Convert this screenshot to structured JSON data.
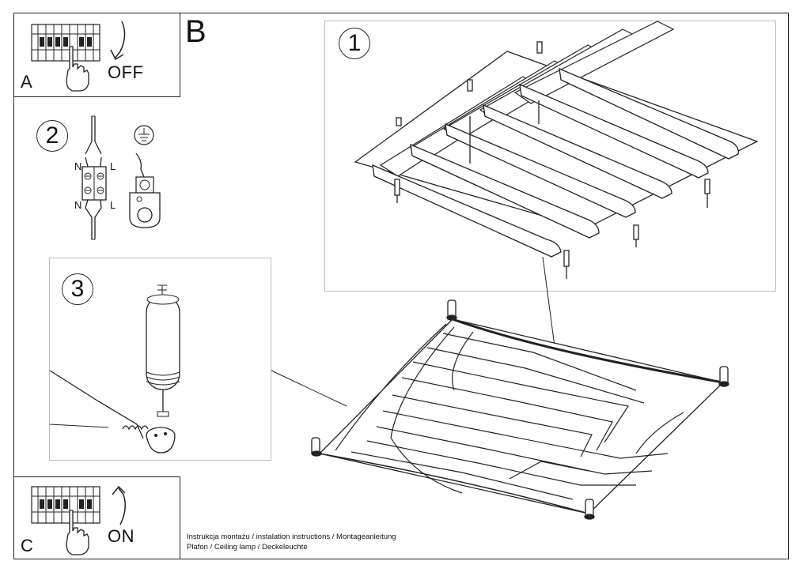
{
  "steps": {
    "a": {
      "letter": "A",
      "action": "OFF"
    },
    "b": {
      "letter": "B"
    },
    "c": {
      "letter": "C",
      "action": "ON"
    },
    "step1": {
      "number": "1"
    },
    "step2": {
      "number": "2",
      "wire_top_left": "N",
      "wire_top_right": "L",
      "wire_bottom_left": "N",
      "wire_bottom_right": "L"
    },
    "step3": {
      "number": "3"
    }
  },
  "footer": {
    "line1": "Instrukcja montażu / instalation instructions / Montageanleitung",
    "line2": "Plafon / Ceiling lamp / Deckeleuchte"
  },
  "icons": [
    "circuit-breaker-icon",
    "hand-icon",
    "arrow-down-icon",
    "arrow-up-icon",
    "ground-symbol-icon",
    "terminal-block-icon",
    "ground-clamp-icon"
  ]
}
